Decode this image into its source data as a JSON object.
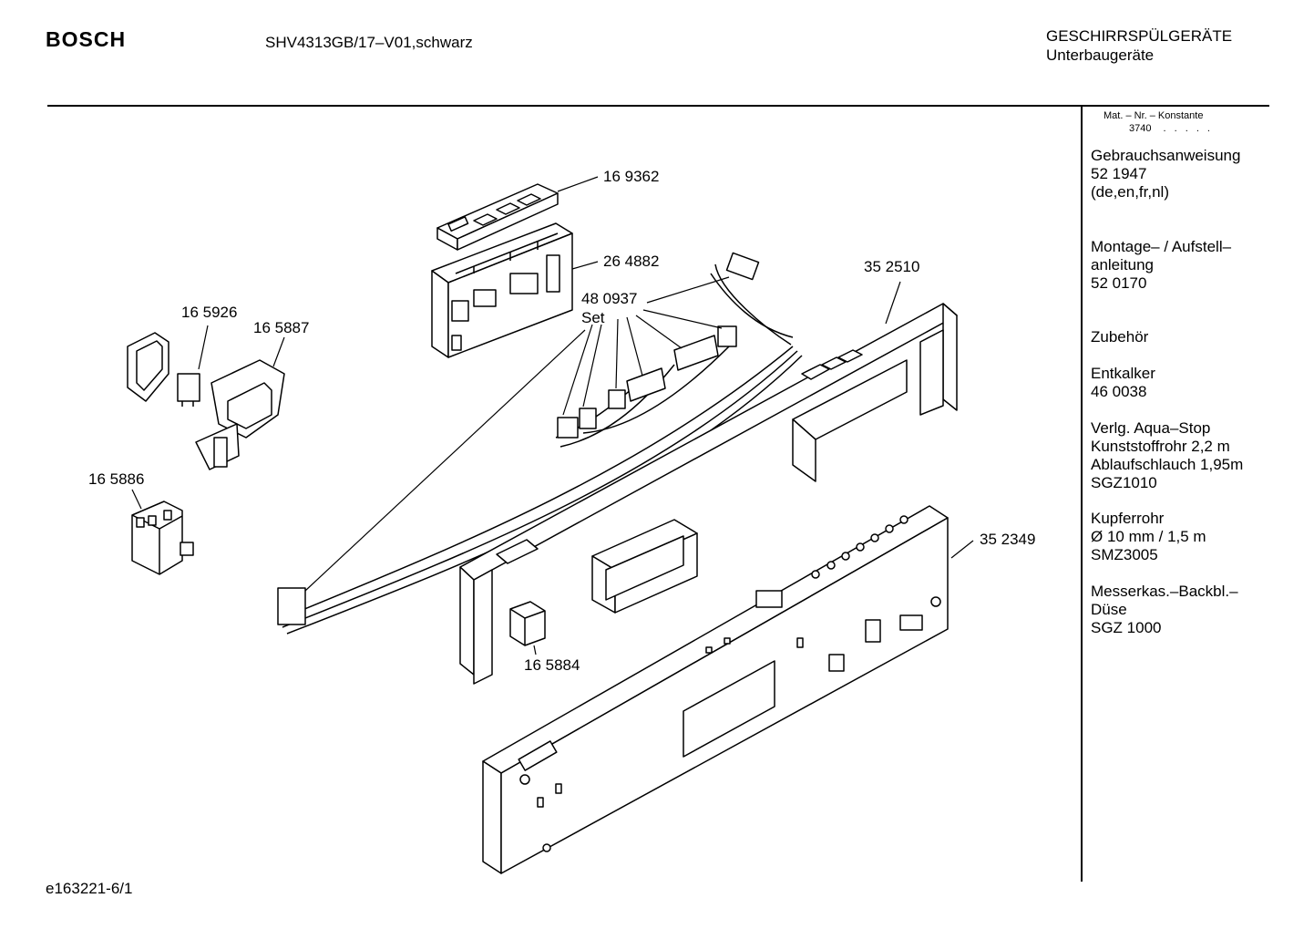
{
  "header": {
    "brand": "BOSCH",
    "model": "SHV4313GB/17–V01,schwarz",
    "category_line1": "GESCHIRRSPÜLGERÄTE",
    "category_line2": "Unterbaugeräte"
  },
  "footer": {
    "code": "e163221-6/1"
  },
  "sidebar": {
    "mat_label": "Mat. – Nr. – Konstante",
    "mat_value": "3740",
    "mat_dots": ". . . . .",
    "sections": [
      {
        "lines": [
          "Gebrauchsanweisung",
          "52 1947",
          "(de,en,fr,nl)"
        ]
      },
      {
        "lines": [
          "Montage– / Aufstell–",
          "anleitung",
          "52 0170"
        ]
      },
      {
        "lines": [
          "Zubehör"
        ]
      },
      {
        "lines": [
          "Entkalker",
          "46 0038"
        ]
      },
      {
        "lines": [
          "Verlg. Aqua–Stop",
          "Kunststoffrohr 2,2 m",
          "Ablaufschlauch 1,95m",
          "SGZ1010"
        ]
      },
      {
        "lines": [
          "Kupferrohr",
          "Ø 10 mm / 1,5 m",
          "SMZ3005"
        ]
      },
      {
        "lines": [
          "Messerkas.–Backbl.–",
          "Düse",
          "SGZ 1000"
        ]
      }
    ]
  },
  "parts": [
    {
      "number": "16 9362"
    },
    {
      "number": "26 4882"
    },
    {
      "number": "48 0937",
      "note": "Set"
    },
    {
      "number": "35 2510"
    },
    {
      "number": "16 5926"
    },
    {
      "number": "16 5887"
    },
    {
      "number": "16 5886"
    },
    {
      "number": "35 2349"
    },
    {
      "number": "16 5884"
    }
  ],
  "colors": {
    "ink": "#000000",
    "paper": "#ffffff",
    "shade": "#d8d8d8"
  }
}
